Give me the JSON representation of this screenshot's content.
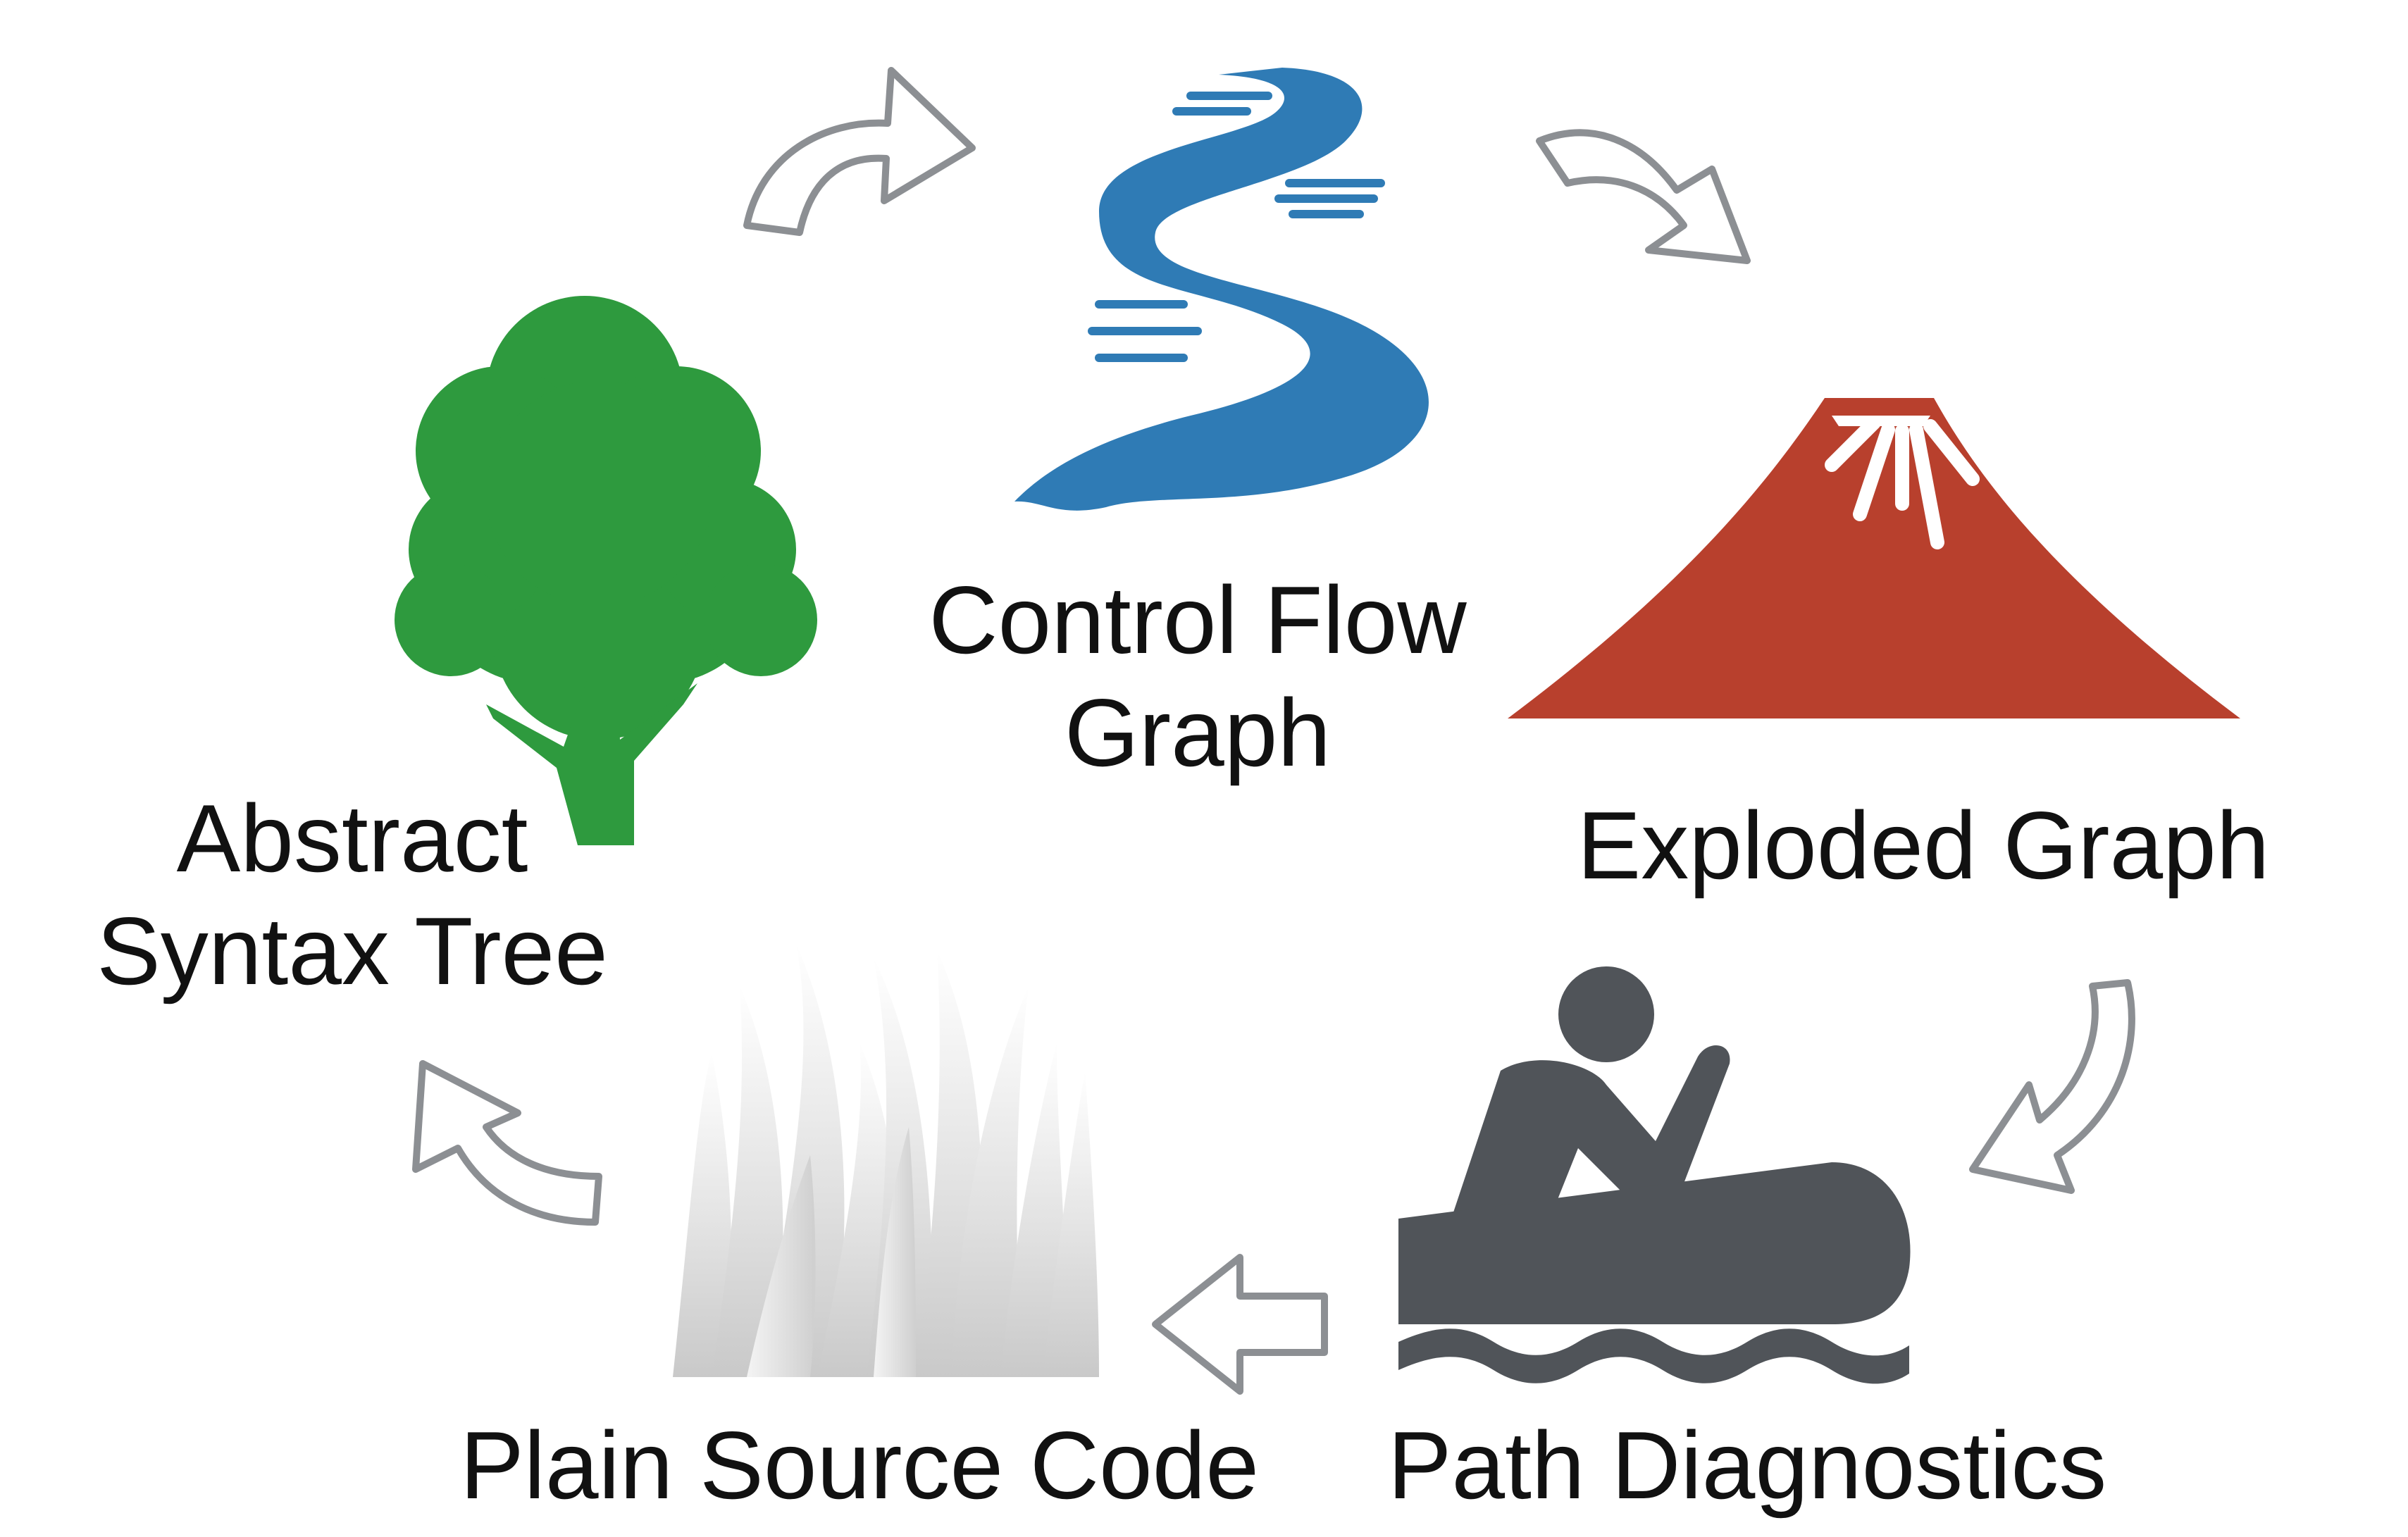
{
  "nodes": {
    "control_flow_graph": {
      "line1": "Control Flow",
      "line2": "Graph",
      "icon": "river-icon",
      "color": "#2f7bb5"
    },
    "abstract_syntax_tree": {
      "line1": "Abstract",
      "line2": "Syntax Tree",
      "icon": "tree-icon",
      "color": "#2e9a3e"
    },
    "exploded_graph": {
      "line1": "Exploded Graph",
      "icon": "volcano-icon",
      "color": "#b8402d"
    },
    "plain_source_code": {
      "line1": "Plain Source Code",
      "icon": "grass-icon",
      "color": "#d8d8d8"
    },
    "path_diagnostics": {
      "line1": "Path Diagnostics",
      "icon": "canoe-icon",
      "color": "#505459"
    }
  },
  "arrows": [
    {
      "from": "Abstract Syntax Tree",
      "to": "Control Flow Graph"
    },
    {
      "from": "Control Flow Graph",
      "to": "Exploded Graph"
    },
    {
      "from": "Exploded Graph",
      "to": "Path Diagnostics"
    },
    {
      "from": "Path Diagnostics",
      "to": "Plain Source Code"
    },
    {
      "from": "Plain Source Code",
      "to": "Abstract Syntax Tree"
    }
  ],
  "arrow_style": {
    "stroke": "#8c8f93",
    "fill": "#ffffff"
  }
}
